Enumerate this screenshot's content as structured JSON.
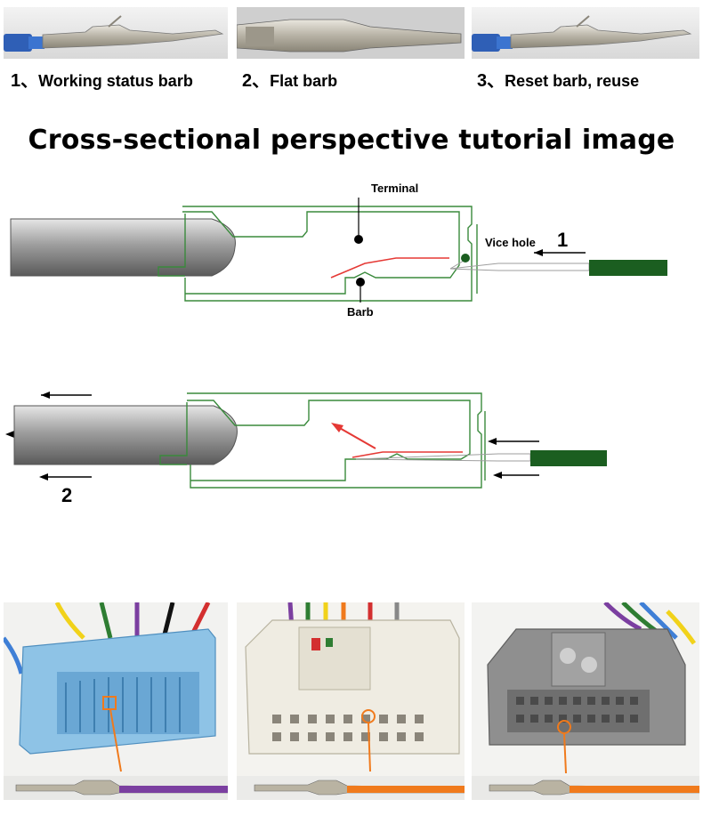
{
  "captions": [
    {
      "num": "1、",
      "text": "Working status barb"
    },
    {
      "num": "2、",
      "text": "Flat barb"
    },
    {
      "num": "3、",
      "text": "Reset barb, reuse"
    }
  ],
  "title": "Cross-sectional perspective tutorial image",
  "diagram1": {
    "terminal_label": "Terminal",
    "barb_label": "Barb",
    "vice_hole_label": "Vice hole",
    "step_number": "1"
  },
  "diagram2": {
    "step_number": "2"
  },
  "colors": {
    "outline": "#2e7d32",
    "barb_red": "#e53935",
    "tool_green": "#1b5e20",
    "wire_blue": "#3f7fd6",
    "wire_purple": "#7b3fa0",
    "wire_orange": "#f07a1c",
    "connector_blue": "#8ec3e6",
    "connector_white": "#efece2",
    "connector_gray": "#8a8a8a"
  }
}
